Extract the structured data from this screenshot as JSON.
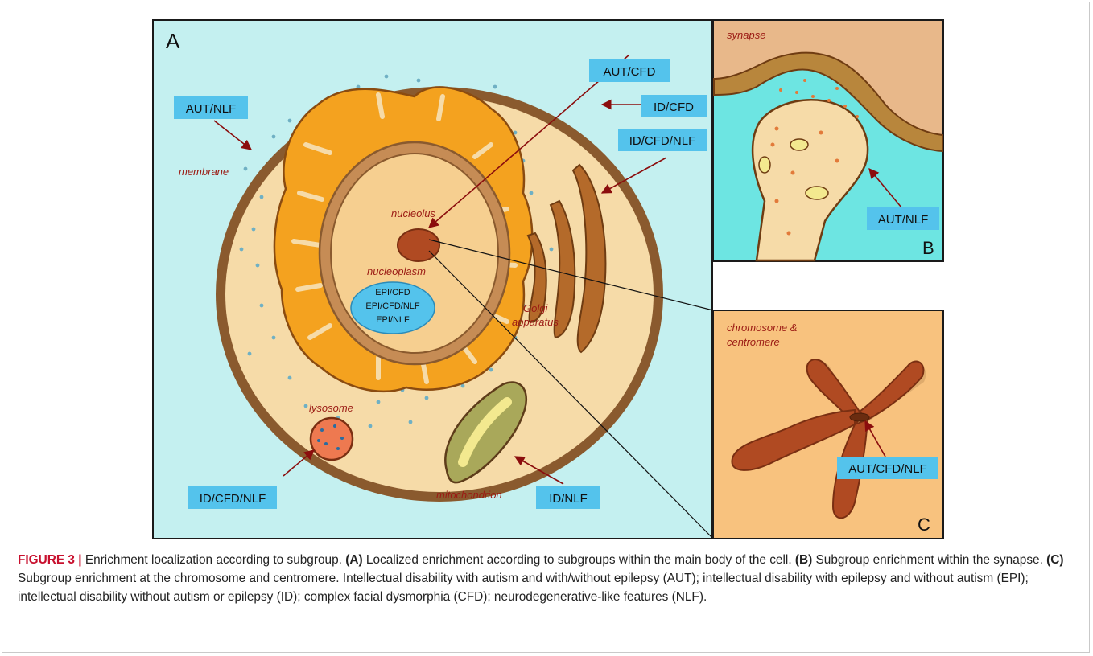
{
  "figure": {
    "panel_letters": {
      "a": "A",
      "b": "B",
      "c": "C"
    },
    "organelle_labels": {
      "membrane": "membrane",
      "nucleolus": "nucleolus",
      "nucleoplasm": "nucleoplasm",
      "golgi_line1": "Golgi",
      "golgi_line2": "apparatus",
      "lysosome": "lysosome",
      "mitochondrion": "mitochondrion",
      "synapse": "synapse",
      "chromosome_line1": "chromosome &",
      "chromosome_line2": "centromere"
    },
    "tags": {
      "aut_nlf_membrane": "AUT/NLF",
      "aut_cfd": "AUT/CFD",
      "id_cfd": "ID/CFD",
      "id_cfd_nlf_golgi": "ID/CFD/NLF",
      "id_cfd_nlf_lysosome": "ID/CFD/NLF",
      "id_nlf": "ID/NLF",
      "aut_nlf_synapse": "AUT/NLF",
      "aut_cfd_nlf": "AUT/CFD/NLF"
    },
    "nucleoplasm_ellipse": [
      "EPI/CFD",
      "EPI/CFD/NLF",
      "EPI/NLF"
    ]
  },
  "caption": {
    "figure_label": "FIGURE 3 |",
    "intro": " Enrichment localization according to subgroup. ",
    "a_label": "(A)",
    "a_text": " Localized enrichment according to subgroups within the main body of the cell. ",
    "b_label": "(B)",
    "b_text": " Subgroup enrichment within the synapse. ",
    "c_label": "(C)",
    "c_text": " Subgroup enrichment at the chromosome and centromere. Intellectual disability with autism and with/without epilepsy (AUT); intellectual disability with epilepsy and without autism (EPI); intellectual disability without autism or epilepsy (ID); complex facial dysmorphia (CFD); neurodegenerative-like features (NLF)."
  },
  "colors": {
    "panel_bg": "#c4f0f0",
    "cell_membrane": "#8a5a2e",
    "cytoplasm": "#f6dba8",
    "er": "#f4a21f",
    "tag_blue": "#54c3ec",
    "arrow": "#8b0d0d",
    "label_red": "#9b1b14",
    "caption_red": "#c8102e"
  }
}
